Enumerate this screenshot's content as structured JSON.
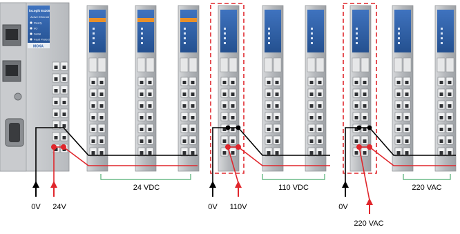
{
  "head_unit": {
    "title": "ioLogik E4200",
    "subtitle": "Active Ethernet",
    "leds": [
      "Ready",
      "I/O",
      "Serial",
      "Fault Protect"
    ],
    "brand": "MOXA"
  },
  "groups": [
    {
      "label": "24 VDC",
      "supply_left": "0V",
      "supply_right": "24V"
    },
    {
      "label": "110 VDC",
      "supply_left": "0V",
      "supply_right": "110V"
    },
    {
      "label": "220 VAC",
      "supply_left": "0V",
      "supply_right": "220 VAC"
    }
  ],
  "colors": {
    "module_body": "#b9bcc0",
    "module_head_blue": "#2e5fa8",
    "module_stripe_orange": "#e8902a",
    "highlight_dash": "#e0262c",
    "wire_black": "#000000",
    "wire_red": "#e0262c",
    "bracket_green": "#4fae72"
  }
}
